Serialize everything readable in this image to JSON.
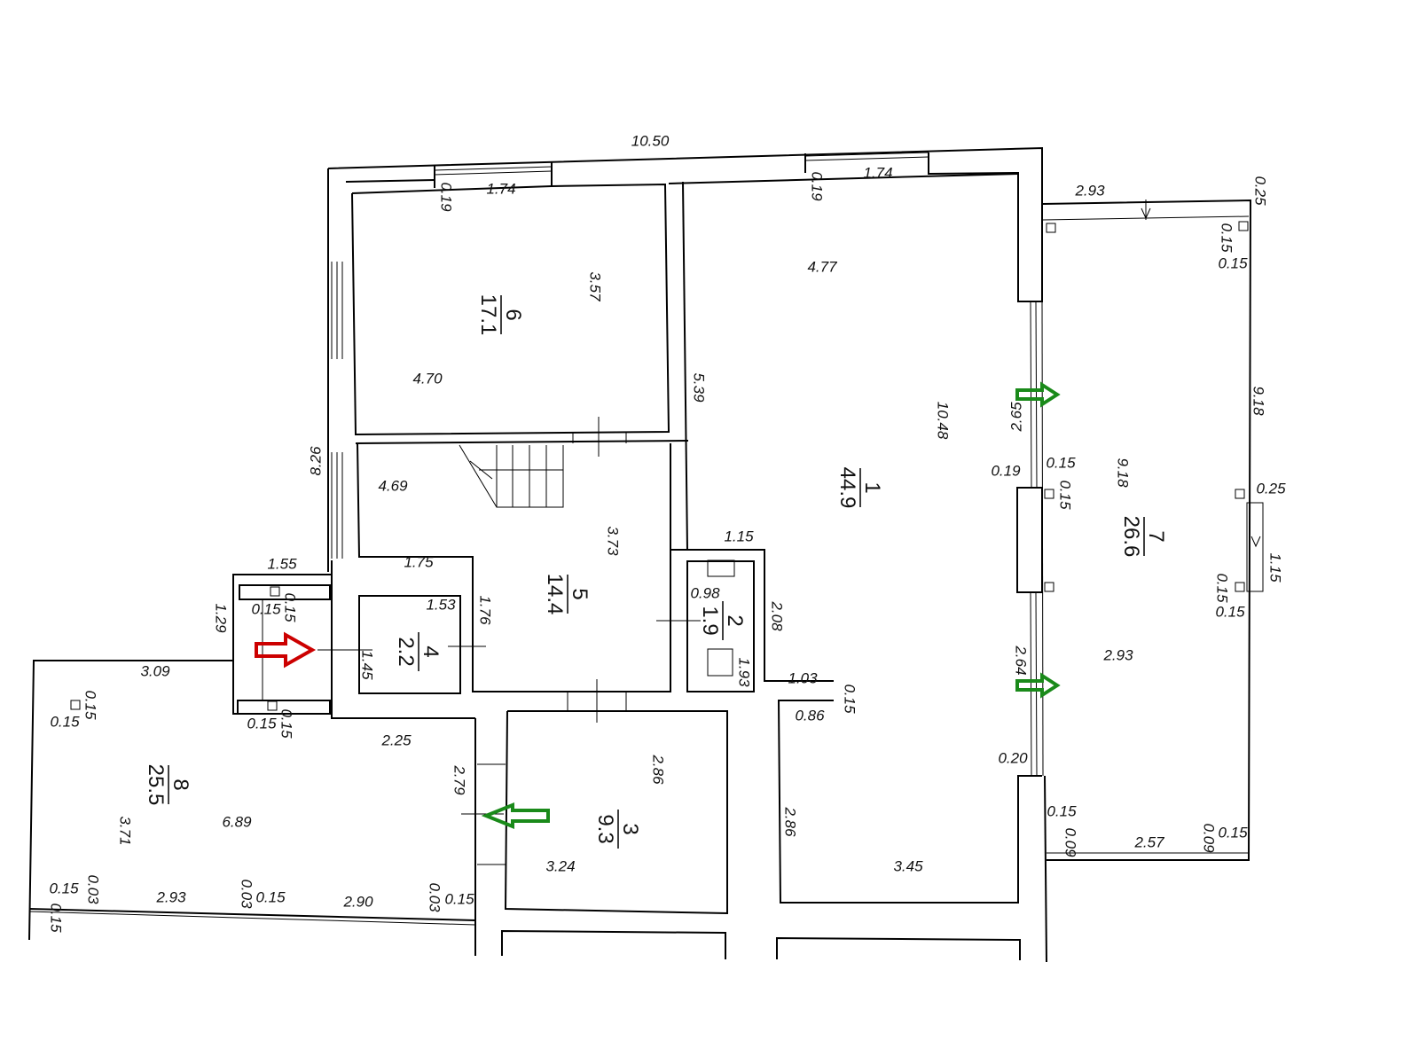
{
  "rooms": [
    {
      "number": "1",
      "area": "44.9"
    },
    {
      "number": "2",
      "area": "1.9"
    },
    {
      "number": "3",
      "area": "9.3"
    },
    {
      "number": "4",
      "area": "2.2"
    },
    {
      "number": "5",
      "area": "14.4"
    },
    {
      "number": "6",
      "area": "17.1"
    },
    {
      "number": "7",
      "area": "26.6"
    },
    {
      "number": "8",
      "area": "25.5"
    }
  ],
  "dimensions": [
    "10.50",
    "1.74",
    "0.19",
    "0.19",
    "1.74",
    "2.93",
    "0.25",
    "0.15",
    "0.15",
    "4.77",
    "3.57",
    "4.70",
    "5.39",
    "10.48",
    "2.65",
    "9.18",
    "8.26",
    "4.69",
    "3.73",
    "0.19",
    "0.15",
    "0.15",
    "9.18",
    "0.25",
    "1.15",
    "1.15",
    "1.55",
    "1.75",
    "0.98",
    "2.08",
    "1.93",
    "1.53",
    "1.76",
    "1.29",
    "0.15",
    "0.15",
    "1.45",
    "0.15",
    "0.15",
    "2.64",
    "2.93",
    "3.09",
    "1.03",
    "0.15",
    "0.15",
    "0.15",
    "0.15",
    "0.15",
    "0.86",
    "2.25",
    "2.86",
    "0.20",
    "2.79",
    "3.71",
    "6.89",
    "2.86",
    "0.15",
    "0.09",
    "2.57",
    "0.09",
    "0.15",
    "3.24",
    "3.45",
    "0.15",
    "0.03",
    "0.15",
    "2.93",
    "0.03",
    "0.15",
    "2.90",
    "0.03",
    "0.15"
  ],
  "markers": {
    "entrance_arrow_color": "#cc0000",
    "window_arrow_color": "#1a8a1a"
  }
}
